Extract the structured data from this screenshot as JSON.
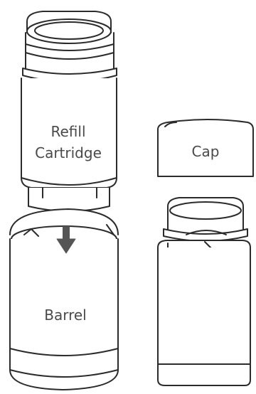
{
  "labels": {
    "refill_line1": "Refill",
    "refill_line2": "Cartridge",
    "cap": "Cap",
    "barrel": "Barrel"
  },
  "colors": {
    "line": "#2b2b2b",
    "text": "#4a4a4a",
    "arrow": "#555555",
    "background": "#ffffff"
  }
}
